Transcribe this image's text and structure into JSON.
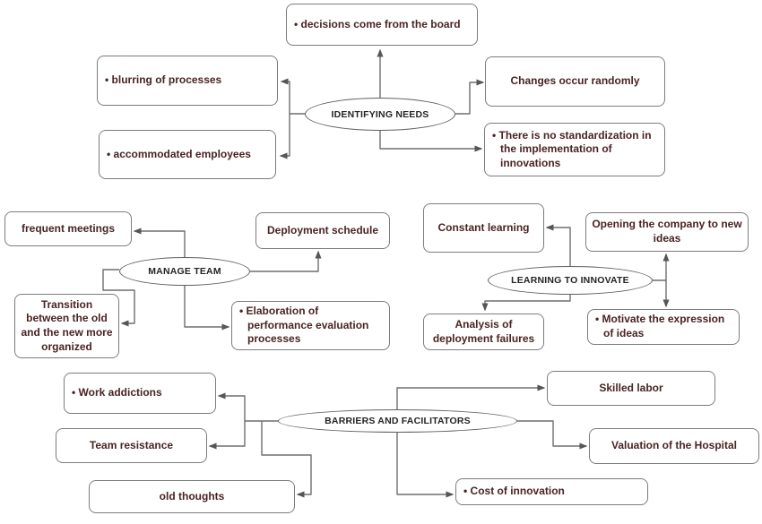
{
  "colors": {
    "background": "#ffffff",
    "box_border": "#7c7c7c",
    "box_text": "#4a2323",
    "ellipse_border": "#5f5f5f",
    "ellipse_text": "#242424",
    "connector": "#6e6e6e",
    "arrowhead": "#565656"
  },
  "diagram": {
    "clusters": {
      "identifying_needs": {
        "label": "IDENTIFYING NEEDS",
        "boxes": {
          "decisions": {
            "label": "• decisions come from the board"
          },
          "blurring": {
            "label": "• blurring of processes"
          },
          "accommodated": {
            "label": "• accommodated employees"
          },
          "changes": {
            "label": "Changes occur randomly"
          },
          "standardization": {
            "label": "• There is no standardization in\nthe implementation of\ninnovations"
          }
        }
      },
      "manage_team": {
        "label": "MANAGE TEAM",
        "boxes": {
          "frequent_meetings": {
            "label": "frequent meetings"
          },
          "deployment_schedule": {
            "label": "Deployment schedule"
          },
          "transition": {
            "label": "Transition\nbetween the old\nand the new more\norganized"
          },
          "elaboration": {
            "label": "• Elaboration of\nperformance evaluation\nprocesses"
          }
        }
      },
      "learning_to_innovate": {
        "label": "LEARNING TO INNOVATE",
        "boxes": {
          "constant_learning": {
            "label": "Constant learning"
          },
          "opening_company": {
            "label": "Opening the company to new\nideas"
          },
          "analysis_failures": {
            "label": "Analysis of\ndeployment failures"
          },
          "motivate_ideas": {
            "label": "• Motivate the expression\nof ideas"
          }
        }
      },
      "barriers_facilitators": {
        "label": "BARRIERS AND FACILITATORS",
        "boxes": {
          "work_addictions": {
            "label": "• Work addictions"
          },
          "team_resistance": {
            "label": "Team resistance"
          },
          "old_thoughts": {
            "label": "old thoughts"
          },
          "skilled_labor": {
            "label": "Skilled labor"
          },
          "valuation_hospital": {
            "label": "Valuation of the Hospital"
          },
          "cost_innovation": {
            "label": "• Cost of innovation"
          }
        }
      }
    }
  }
}
